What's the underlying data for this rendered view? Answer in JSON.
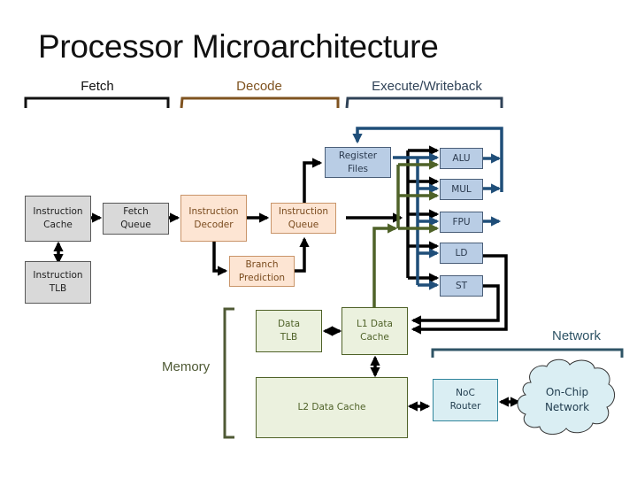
{
  "title": "Processor Microarchitecture",
  "stages": {
    "fetch": {
      "label": "Fetch",
      "color": "#111111"
    },
    "decode": {
      "label": "Decode",
      "color": "#7f5320"
    },
    "execute": {
      "label": "Execute/Writeback",
      "color": "#2f4257"
    }
  },
  "blocks": {
    "instruction_cache": "Instruction\nCache",
    "instruction_tlb": "Instruction\nTLB",
    "fetch_queue": "Fetch\nQueue",
    "instruction_decoder": "Instruction\nDecoder",
    "instruction_queue": "Instruction\nQueue",
    "branch_prediction": "Branch\nPrediction",
    "register_files": "Register\nFiles",
    "alu": "ALU",
    "mul": "MUL",
    "fpu": "FPU",
    "ld": "LD",
    "st": "ST",
    "data_tlb": "Data\nTLB",
    "l1_data_cache": "L1 Data\nCache",
    "l2_data_cache": "L2 Data Cache",
    "noc_router": "NoC\nRouter",
    "on_chip_network": "On-Chip\nNetwork"
  },
  "sections": {
    "memory": {
      "label": "Memory",
      "color": "#4f5a35"
    },
    "network": {
      "label": "Network",
      "color": "#2f5466"
    }
  },
  "colors": {
    "black_wire": "#000000",
    "blue_wire": "#1f4e79",
    "green_wire": "#4f6228"
  }
}
